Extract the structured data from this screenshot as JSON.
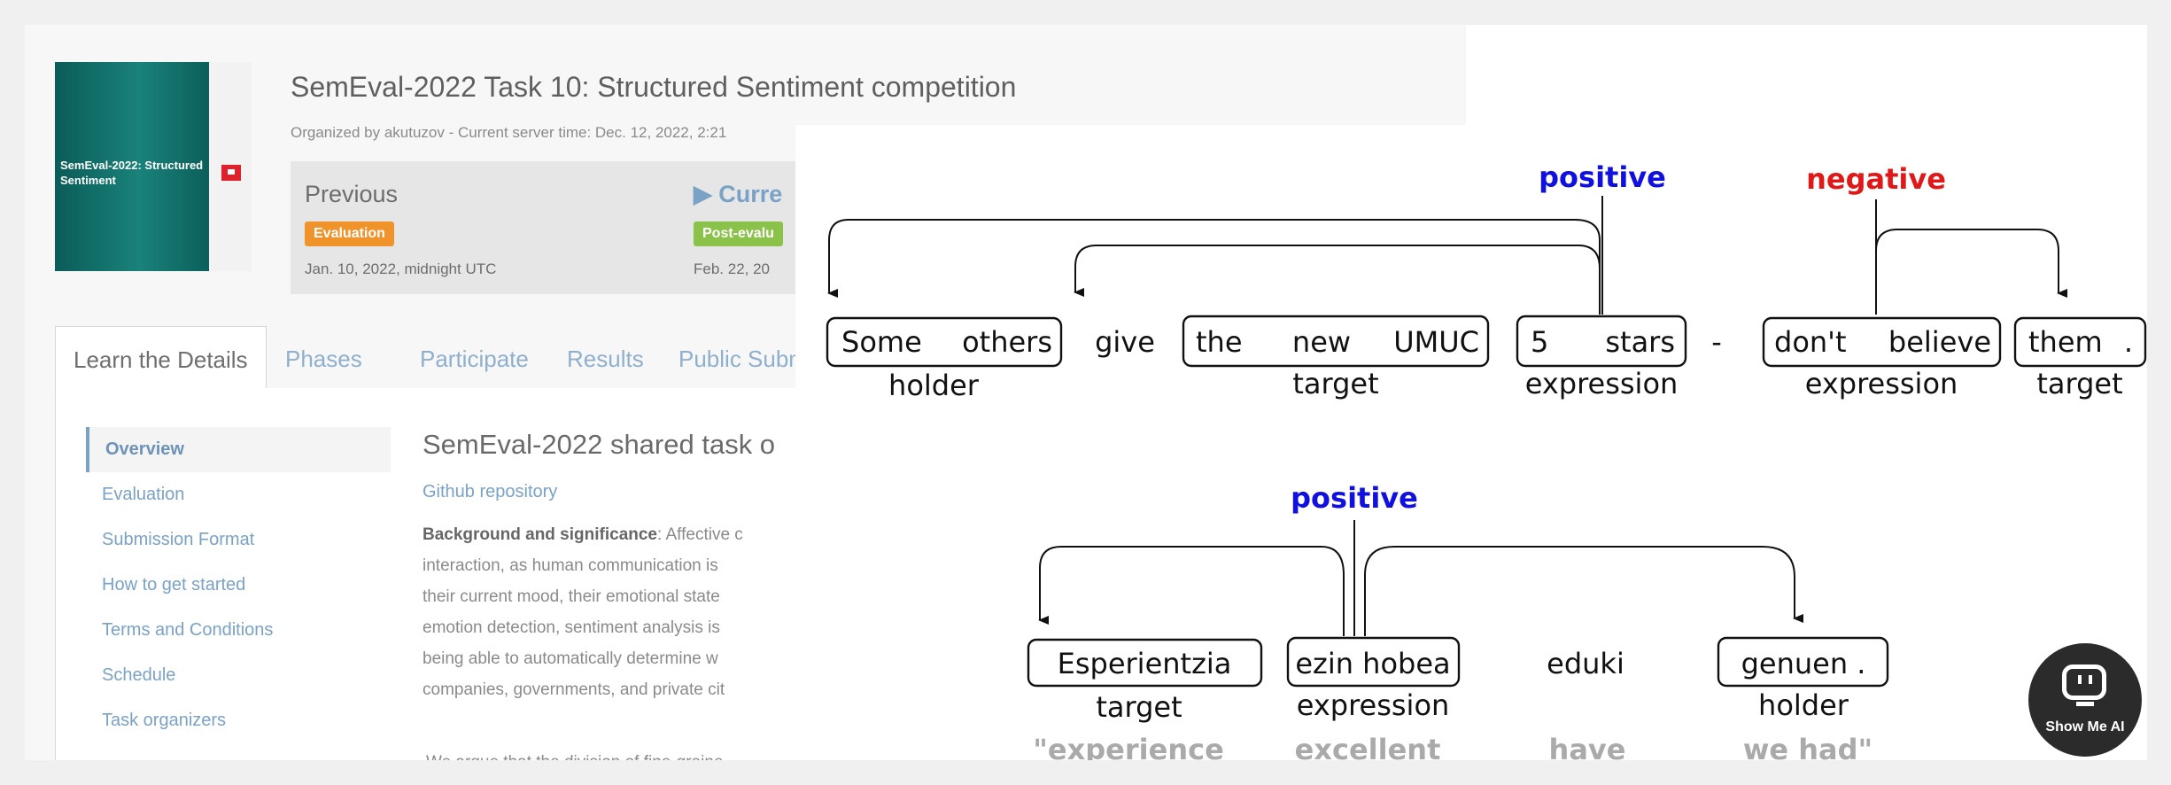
{
  "competition": {
    "logo_text": "SemEval-2022: Structured Sentiment",
    "title": "SemEval-2022 Task 10: Structured Sentiment competition",
    "organizer_line": "Organized by akutuzov - Current server time: Dec. 12, 2022, 2:21"
  },
  "phases": {
    "previous_label": "Previous",
    "previous_badge": "Evaluation",
    "previous_date": "Jan. 10, 2022, midnight UTC",
    "current_label": "▶ Curre",
    "current_badge": "Post-evalu",
    "current_date": "Feb. 22, 20",
    "colors": {
      "evaluation": "#f0932b",
      "post_eval": "#8bc34a",
      "current_link": "#7aa2c6"
    }
  },
  "tabs": [
    "Learn the Details",
    "Phases",
    "Participate",
    "Results",
    "Public Subm"
  ],
  "sidebar": {
    "items": [
      "Overview",
      "Evaluation",
      "Submission Format",
      "How to get started",
      "Terms and Conditions",
      "Schedule",
      "Task organizers"
    ]
  },
  "main": {
    "heading": "SemEval-2022 shared task o",
    "github_link": "Github repository",
    "background_label": "Background and significance",
    "lines": [
      ": Affective c",
      "interaction, as human communication is",
      "their current mood, their emotional state",
      "emotion detection, sentiment analysis is",
      "being able to automatically determine w",
      "companies, governments, and private cit"
    ],
    "last_line": "We argue that the division of fine-graine"
  },
  "diagram": {
    "sentence1": {
      "tokens": [
        "Some",
        "others",
        "give",
        "the",
        "new",
        "UMUC",
        "5",
        "stars",
        "-",
        "don't",
        "believe",
        "them",
        "."
      ],
      "roles": [
        "holder",
        "target",
        "expression",
        "expression",
        "target"
      ],
      "polarities": [
        "positive",
        "negative"
      ]
    },
    "sentence2": {
      "tokens": [
        "Esperientzia",
        "ezin hobea",
        "eduki",
        "genuen ."
      ],
      "roles": [
        "target",
        "expression",
        "holder"
      ],
      "glosses": [
        "\"experience",
        "excellent",
        "have",
        "we had\""
      ],
      "polarities": [
        "positive"
      ]
    },
    "colors": {
      "positive": "#1010e0",
      "negative": "#e01818",
      "gloss": "#aaaaaa"
    }
  },
  "overlay_badge": {
    "label": "Show Me AI"
  }
}
